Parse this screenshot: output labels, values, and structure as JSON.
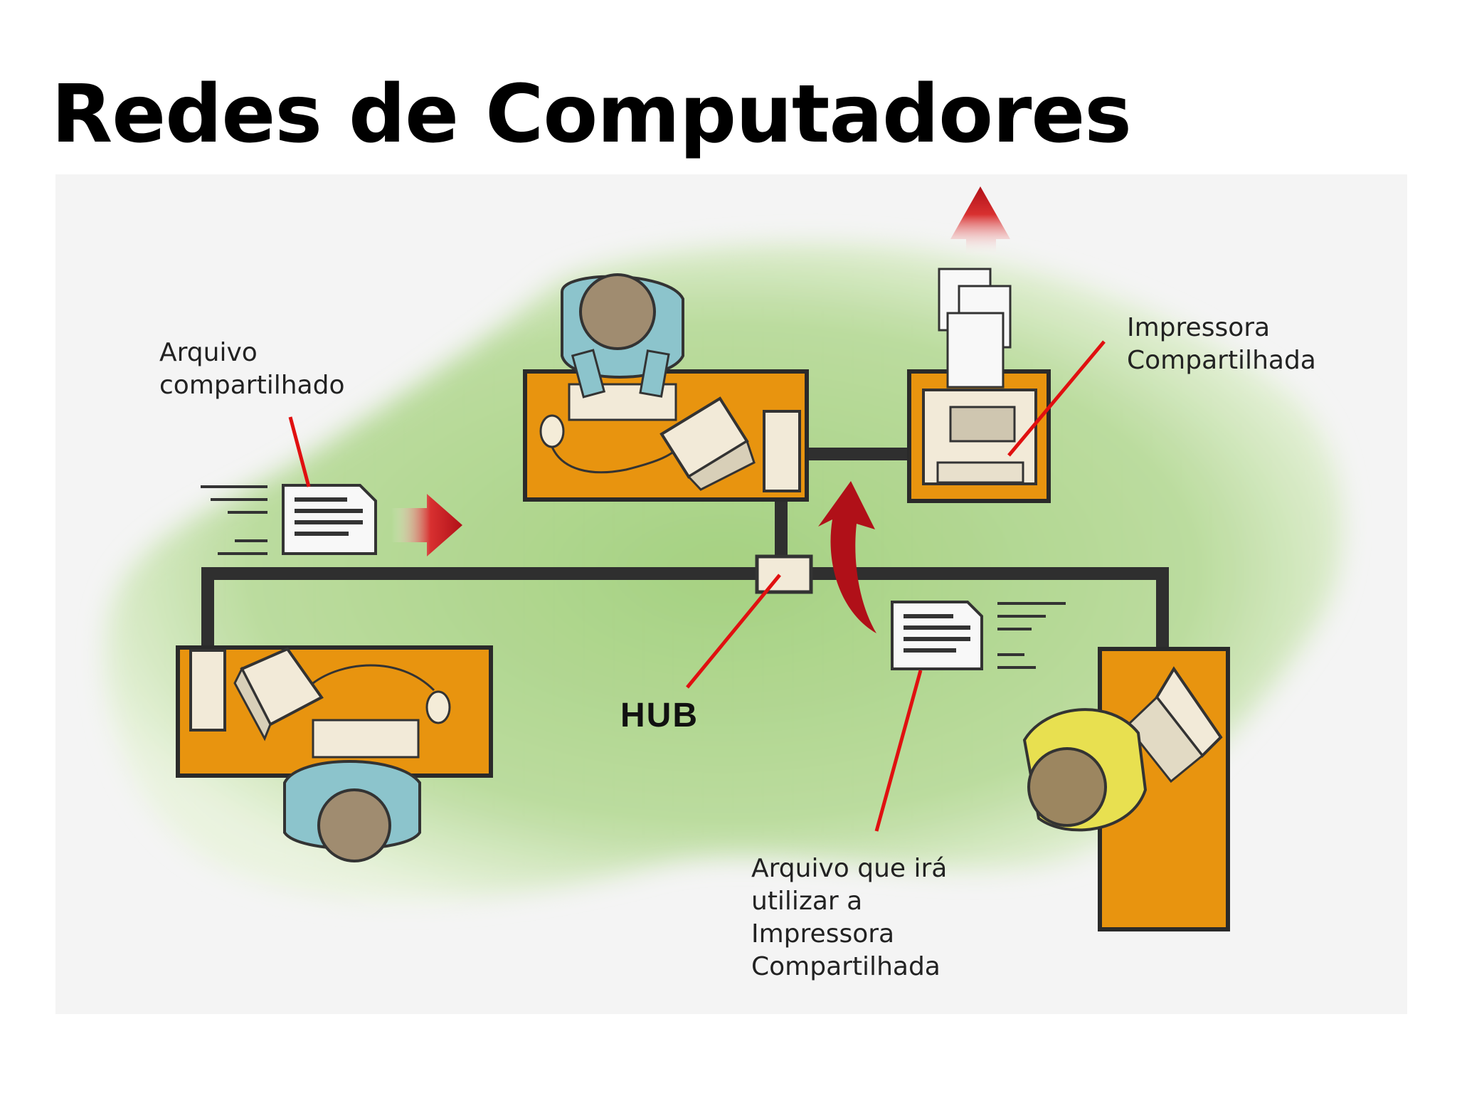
{
  "slide": {
    "title": "Redes de Computadores"
  },
  "diagram": {
    "labels": {
      "shared_file": [
        "Arquivo",
        "compartilhado"
      ],
      "shared_printer": [
        "Impressora",
        "Compartilhada"
      ],
      "hub": "HUB",
      "print_file": [
        "Arquivo que irá",
        "utilizar a",
        "Impressora",
        "Compartilhada"
      ]
    },
    "icons": [
      "person-icon",
      "desk-icon",
      "monitor-icon",
      "keyboard-icon",
      "mouse-icon",
      "printer-icon",
      "document-icon",
      "arrow-icon",
      "hub-icon",
      "laptop-icon"
    ],
    "colors": {
      "desk": "#e8940f",
      "cable": "#2f2f2f",
      "arrow": "#c0101a",
      "pointer": "#e01010",
      "background_green": "#b8dc90",
      "person_blue": "#8cc4cc",
      "person_yellow": "#e8e050"
    }
  }
}
